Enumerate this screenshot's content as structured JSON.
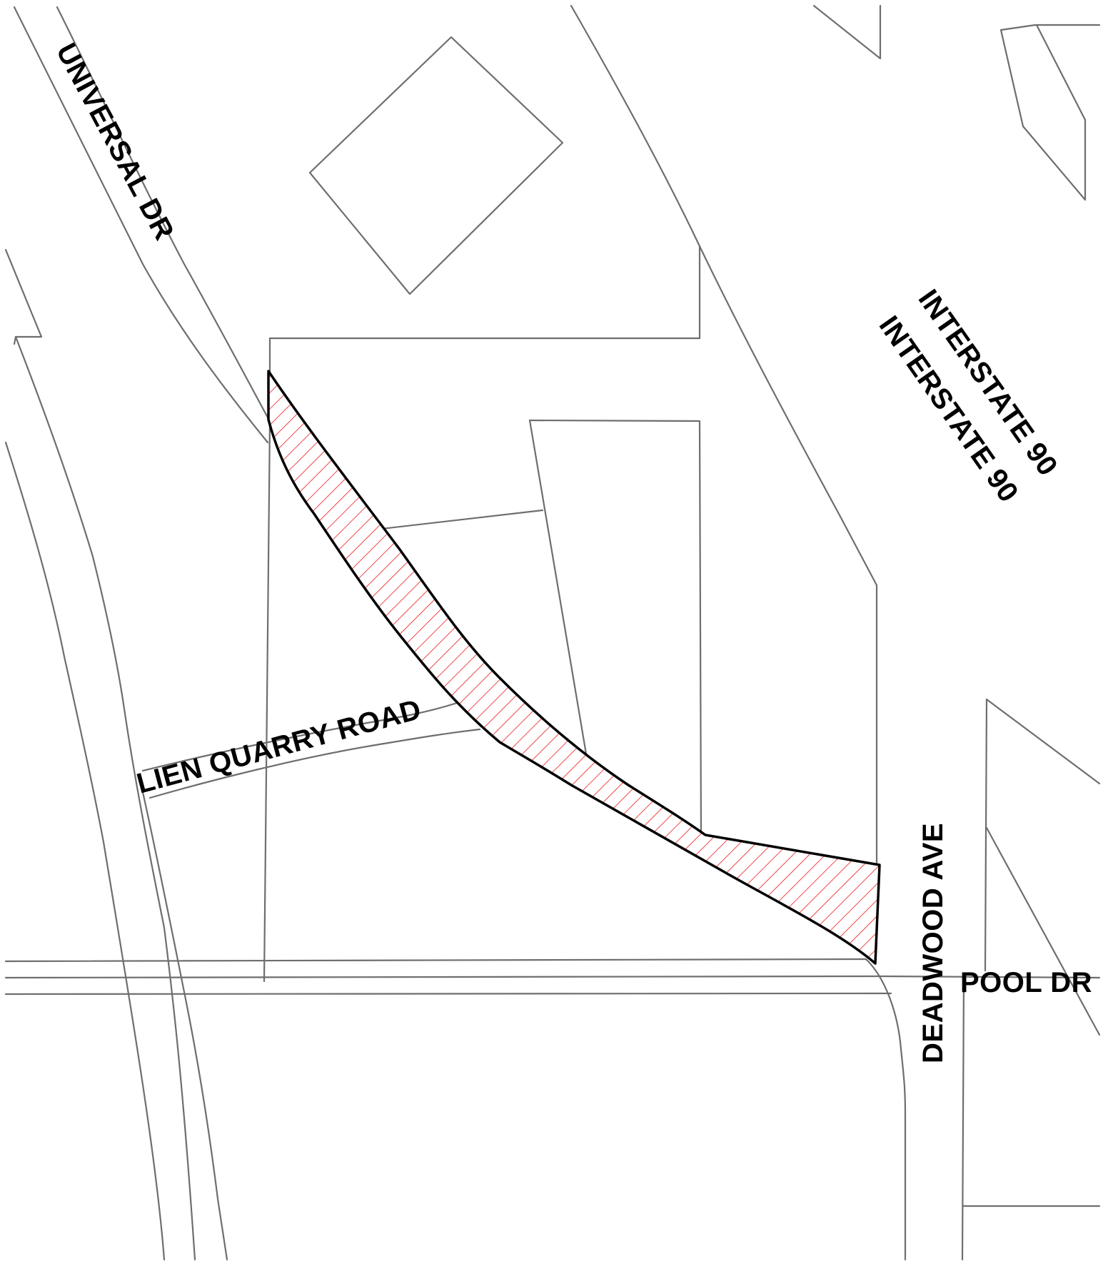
{
  "map": {
    "highlight_fill_color": "#e8191e",
    "highlight_outline_color": "#000000",
    "line_color": "#6e6e6e",
    "background_color": "#ffffff"
  },
  "labels": {
    "universal_dr": "UNIVERSAL DR",
    "interstate_90_a": "INTERSTATE 90",
    "interstate_90_b": "INTERSTATE 90",
    "lien_quarry_road": "LIEN QUARRY ROAD",
    "deadwood_ave": "DEADWOOD AVE",
    "pool_dr": "POOL DR"
  }
}
